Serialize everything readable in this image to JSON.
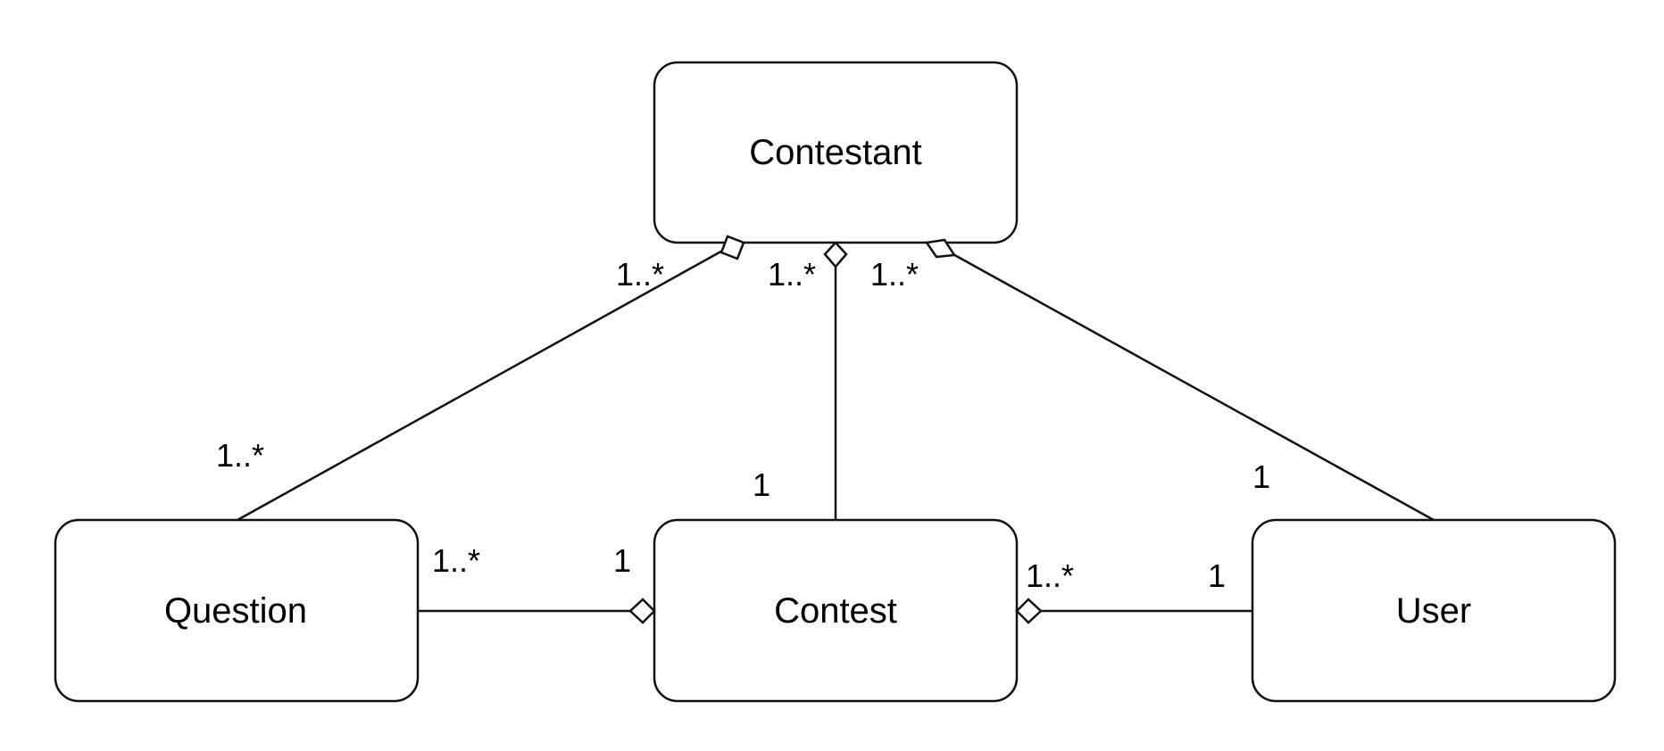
{
  "diagram": {
    "type": "uml-class-diagram",
    "entities": {
      "contestant": "Contestant",
      "question": "Question",
      "contest": "Contest",
      "user": "User"
    },
    "associations": [
      {
        "from": "Question",
        "to": "Contestant",
        "aggregate_end": "Contestant",
        "from_multiplicity": "1..*",
        "to_multiplicity": "1..*"
      },
      {
        "from": "Contest",
        "to": "Contestant",
        "aggregate_end": "Contestant",
        "from_multiplicity": "1",
        "to_multiplicity": "1..*"
      },
      {
        "from": "User",
        "to": "Contestant",
        "aggregate_end": "Contestant",
        "from_multiplicity": "1",
        "to_multiplicity": "1..*"
      },
      {
        "from": "Question",
        "to": "Contest",
        "aggregate_end": "Contest",
        "from_multiplicity": "1..*",
        "to_multiplicity": "1"
      },
      {
        "from": "User",
        "to": "Contest",
        "aggregate_end": "Contest",
        "from_multiplicity": "1",
        "to_multiplicity": "1..*"
      }
    ]
  }
}
